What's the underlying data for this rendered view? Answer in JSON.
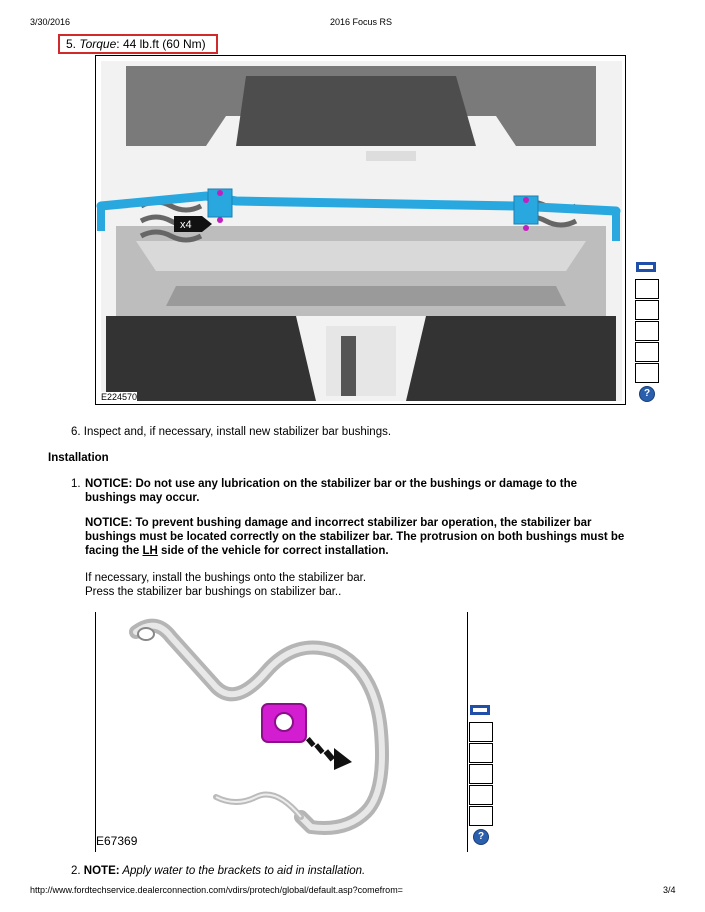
{
  "header": {
    "date": "3/30/2016",
    "title": "2016 Focus RS"
  },
  "step5": {
    "number": "5.",
    "label": "Torque",
    "value": ": 44 lb.ft (60 Nm)"
  },
  "figure1": {
    "code": "E224570",
    "callout": "x4"
  },
  "step6": {
    "text": "6. Inspect and, if necessary, install new stabilizer bar bushings."
  },
  "section": {
    "title": "Installation"
  },
  "install1": {
    "number": "1.",
    "notice1_label": "NOTICE:",
    "notice1_line1": " Do not use any lubrication on the stabilizer bar or the bushings or damage to the",
    "notice1_line2": "bushings may occur.",
    "notice2_label": "NOTICE:",
    "notice2_line1": " To prevent bushing damage and incorrect stabilizer bar operation, the stabilizer bar",
    "notice2_line2": "bushings must be located correctly on the stabilizer bar. The protrusion on both bushings must be",
    "notice2_line3_pre": "facing the ",
    "notice2_lh": "LH",
    "notice2_line3_post": " side of the vehicle for correct installation.",
    "line1": "If necessary, install the bushings onto the stabilizer bar.",
    "line2": "Press the stabilizer bar bushings on stabilizer bar.."
  },
  "figure2": {
    "code": "E67369"
  },
  "install2": {
    "number": "2.",
    "label": "NOTE:",
    "text": " Apply water to the brackets to aid in installation."
  },
  "footer": {
    "url": "http://www.fordtechservice.dealerconnection.com/vdirs/protech/global/default.asp?comefrom=",
    "page": "3/4"
  },
  "icons": {
    "tek_color": "#1f4fa8",
    "help_glyph": "?"
  }
}
